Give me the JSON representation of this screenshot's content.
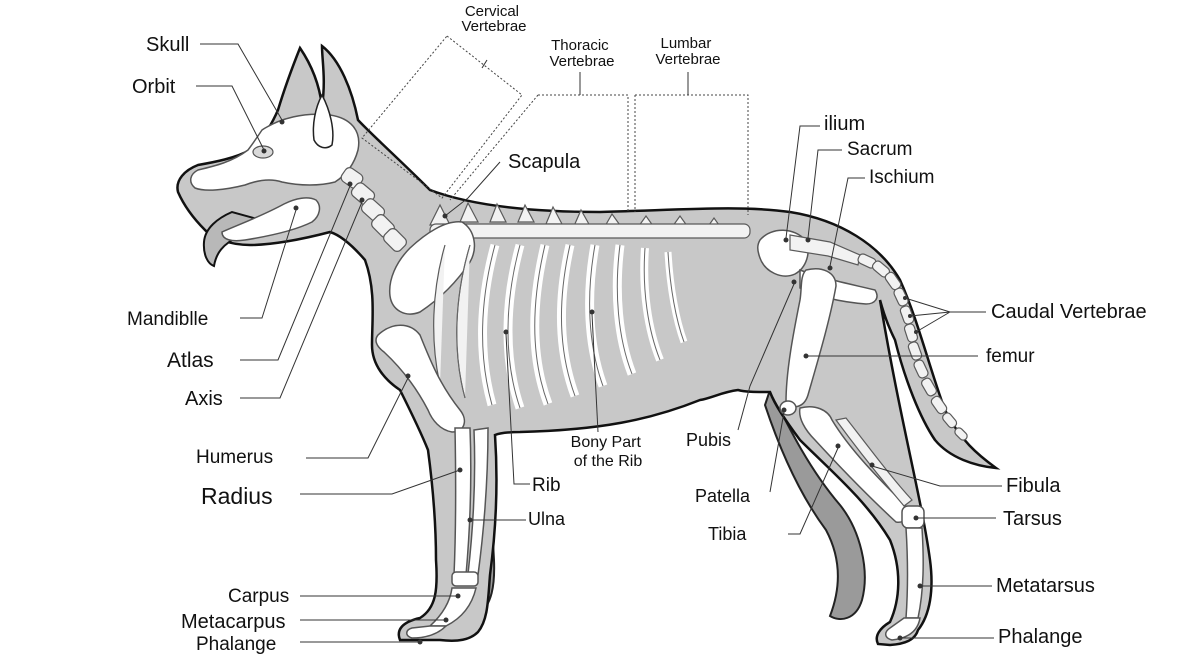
{
  "diagram": {
    "labels": {
      "skull": "Skull",
      "orbit": "Orbit",
      "cervical": [
        "Cervical",
        "Vertebrae"
      ],
      "thoracic": [
        "Thoracic",
        "Vertebrae"
      ],
      "lumbar": [
        "Lumbar",
        "Vertebrae"
      ],
      "scapula": "Scapula",
      "ilium": "ilium",
      "sacrum": "Sacrum",
      "ischium": "Ischium",
      "caudal": "Caudal Vertebrae",
      "femur": "femur",
      "mandible": "Mandiblle",
      "atlas": "Atlas",
      "axis": "Axis",
      "humerus": "Humerus",
      "radius": "Radius",
      "rib": "Rib",
      "ulna": "Ulna",
      "bony_part": [
        "Bony Part",
        "of the Rib"
      ],
      "pubis": "Pubis",
      "patella": "Patella",
      "tibia": "Tibia",
      "fibula": "Fibula",
      "tarsus": "Tarsus",
      "metatarsus": "Metatarsus",
      "phalange_hind": "Phalange",
      "carpus": "Carpus",
      "metacarpus": "Metacarpus",
      "phalange_fore": "Phalange"
    }
  }
}
